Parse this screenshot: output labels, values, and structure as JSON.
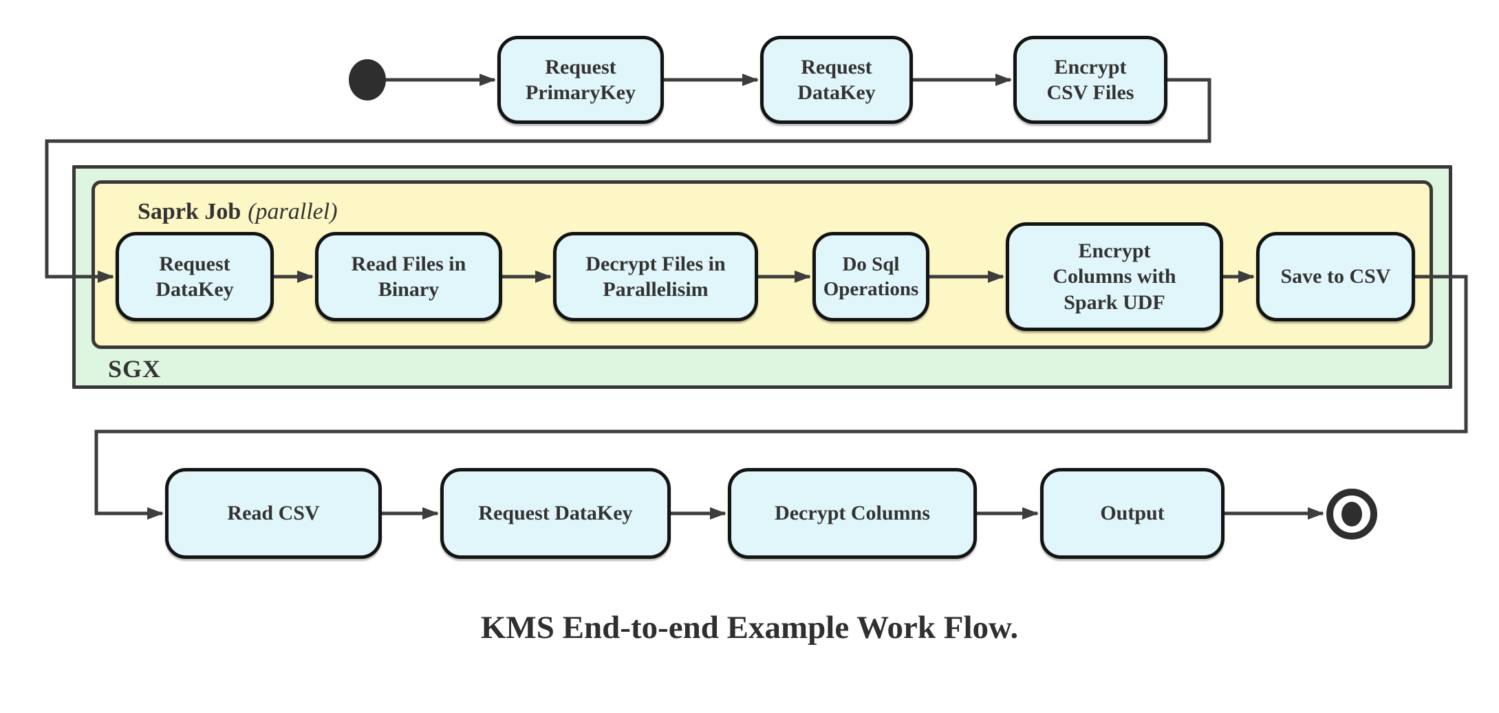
{
  "diagram": {
    "caption": "KMS End-to-end Example Work Flow.",
    "start_node": "start-state",
    "end_node": "end-state",
    "top_row": [
      {
        "label": "Request\nPrimaryKey"
      },
      {
        "label": "Request\nDataKey"
      },
      {
        "label": "Encrypt\nCSV Files"
      }
    ],
    "sgx": {
      "outer_label": "SGX",
      "job_label": "Saprk Job",
      "job_mode": "(parallel)",
      "nodes": [
        {
          "label": "Request\nDataKey"
        },
        {
          "label": "Read Files in\nBinary"
        },
        {
          "label": "Decrypt Files in\nParallelisim"
        },
        {
          "label": "Do Sql\nOperations"
        },
        {
          "label": "Encrypt\nColumns with\nSpark UDF"
        },
        {
          "label": "Save to CSV"
        }
      ]
    },
    "bottom_row": [
      {
        "label": "Read CSV"
      },
      {
        "label": "Request DataKey"
      },
      {
        "label": "Decrypt Columns"
      },
      {
        "label": "Output"
      }
    ]
  },
  "colors": {
    "node-fill": "#e1f6fa",
    "sgx-fill": "#def5e0",
    "job-fill": "#fdf7c5",
    "line": "#3d3d3d",
    "text": "#333333"
  }
}
